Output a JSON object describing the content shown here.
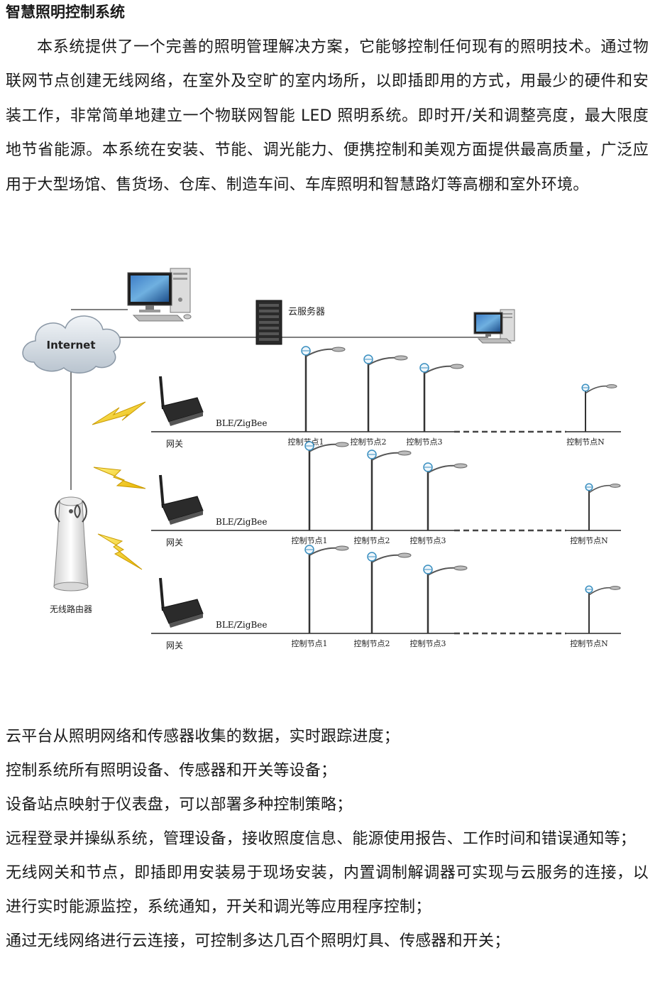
{
  "document": {
    "title": "智慧照明控制系统",
    "intro": "本系统提供了一个完善的照明管理解决方案，它能够控制任何现有的照明技术。通过物联网节点创建无线网络，在室外及空旷的室内场所，以即插即用的方式，用最少的硬件和安装工作，非常简单地建立一个物联网智能 LED 照明系统。即时开/关和调整亮度，最大限度地节省能源。本系统在安装、节能、调光能力、便携控制和美观方面提供最高质量，广泛应用于大型场馆、售货场、仓库、制造车间、车库照明和智慧路灯等高棚和室外环境。"
  },
  "diagram": {
    "internet_label": "Internet",
    "server_label": "云服务器",
    "router_label": "无线路由器",
    "rows": [
      {
        "protocol": "BLE/ZigBee",
        "gateway_label": "网关",
        "nodes": [
          "控制节点1",
          "控制节点2",
          "控制节点3",
          "控制节点N"
        ]
      },
      {
        "protocol": "BLE/ZigBee",
        "gateway_label": "网关",
        "nodes": [
          "控制节点1",
          "控制节点2",
          "控制节点3",
          "控制节点N"
        ]
      },
      {
        "protocol": "BLE/ZigBee",
        "gateway_label": "网关",
        "nodes": [
          "控制节点1",
          "控制节点2",
          "控制节点3",
          "控制节点N"
        ]
      }
    ]
  },
  "features": [
    "云平台从照明网络和传感器收集的数据，实时跟踪进度；",
    "控制系统所有照明设备、传感器和开关等设备；",
    "设备站点映射于仪表盘，可以部署多种控制策略；",
    "远程登录并操纵系统，管理设备，接收照度信息、能源使用报告、工作时间和错误通知等；",
    "无线网关和节点，即插即用安装易于现场安装，内置调制解调器可实现与云服务的连接，以进行实时能源监控，系统通知，开关和调光等应用程序控制；",
    "通过无线网络进行云连接，可控制多达几百个照明灯具、传感器和开关；"
  ]
}
